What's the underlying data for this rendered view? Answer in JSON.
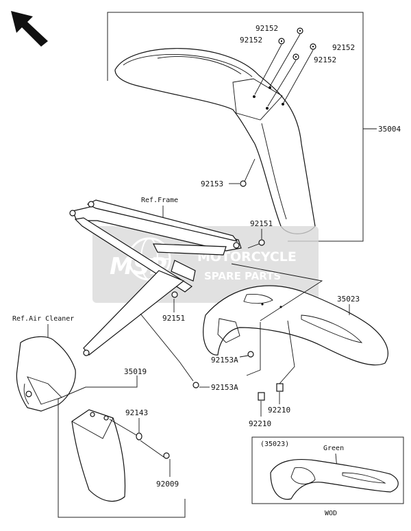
{
  "part_labels": {
    "p92152_a": "92152",
    "p92152_b": "92152",
    "p92152_c": "92152",
    "p92152_d": "92152",
    "p35004": "35004",
    "p92153": "92153",
    "p92151_a": "92151",
    "p92151_b": "92151",
    "p35023": "35023",
    "p92153A_a": "92153A",
    "p92153A_b": "92153A",
    "p35019": "35019",
    "p92143": "92143",
    "p92009": "92009",
    "p92210_a": "92210",
    "p92210_b": "92210"
  },
  "ref_labels": {
    "frame": "Ref.Frame",
    "air_cleaner": "Ref.Air Cleaner"
  },
  "inset": {
    "part_ref": "(35023)",
    "color_label": "Green",
    "caption": "WOD"
  },
  "watermark": {
    "brand": "MSP",
    "line1": "MOTORCYCLE",
    "line2": "SPARE PARTS",
    "color": "#e8692e"
  }
}
